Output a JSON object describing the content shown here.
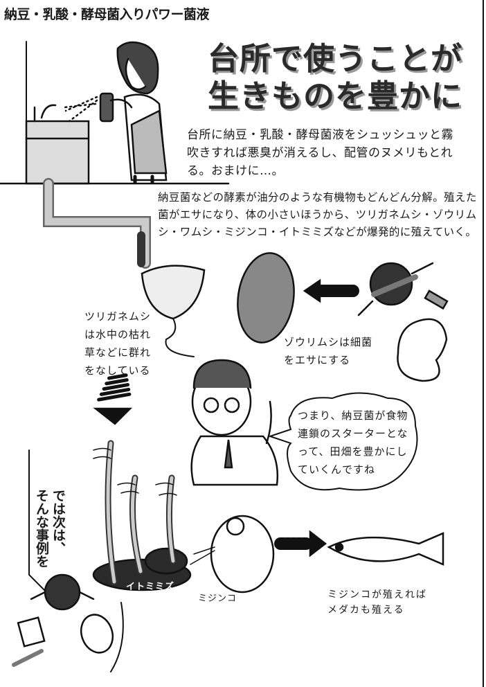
{
  "header": "納豆・乳酸・酵母菌入りパワー菌液",
  "title": {
    "line1": "台所で使うことが",
    "line2": "生きものを豊かに"
  },
  "intro": {
    "lines": [
      "台所に納豆・乳酸・酵母菌液をシュッシュッと霧",
      "吹きすれば悪臭が消えるし、配管のヌメリもとれ",
      "る。おまけに…。"
    ]
  },
  "body": {
    "lines": [
      "納豆菌などの酵素が油分のような有機物もどんどん分解。殖えた",
      "菌がエサになり、体の小さいほうから、ツリガネムシ・ゾウリム",
      "シ・ワムシ・ミジンコ・イトミミズなどが爆発的に殖えていく。"
    ]
  },
  "captions": {
    "tsuriganemushi": [
      "ツリガネムシ",
      "は水中の枯れ",
      "草などに群れ",
      "をなしている"
    ],
    "zourimushi": [
      "ゾウリムシは細菌",
      "をエサにする"
    ],
    "itomimizu": "イトミミズ",
    "mijinko": "ミジンコ",
    "medaka": [
      "ミジンコが殖えれば",
      "メダカも殖える"
    ]
  },
  "speech_bubble": [
    "つまり、納豆菌が食物",
    "連鎖のスターターとな",
    "って、田畑を豊かにし",
    "ていくんですね"
  ],
  "vertical_speech": [
    "では次は、",
    "そんな事例を"
  ]
}
